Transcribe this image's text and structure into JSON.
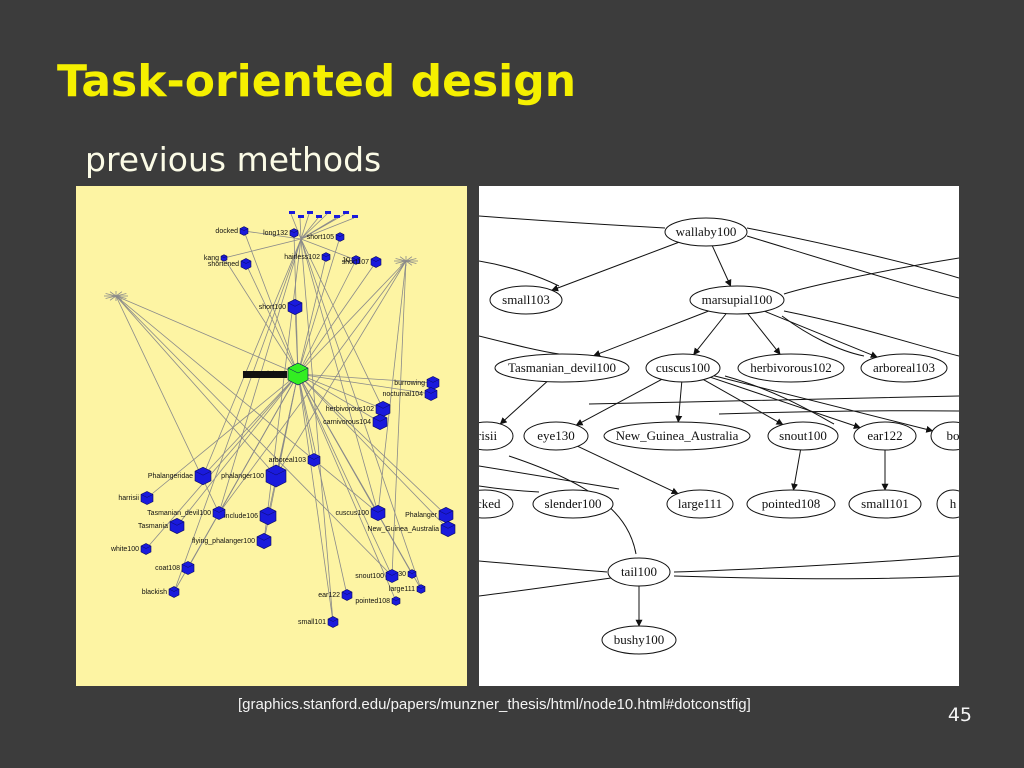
{
  "slide": {
    "title": "Task-oriented design",
    "subtitle": "previous methods",
    "citation": "[graphics.stanford.edu/papers/munzner_thesis/html/node10.html#dotconstfig]",
    "page_number": "45"
  },
  "colors": {
    "background": "#3c3c3c",
    "title": "#f5f000",
    "hyperbolic_background": "#fdf4a3",
    "node_blue": "#1a1adc",
    "node_highlight": "#33ee22"
  },
  "hyperbolic_view": {
    "focus": "marsupial100",
    "nodes": [
      {
        "id": "docked",
        "label": "docked"
      },
      {
        "id": "long132",
        "label": "long132"
      },
      {
        "id": "short105",
        "label": "short105"
      },
      {
        "id": "kangaroo",
        "label": "kang"
      },
      {
        "id": "shortened",
        "label": "shortened"
      },
      {
        "id": "hairless102",
        "label": "hairless102"
      },
      {
        "id": "s10",
        "label": "10"
      },
      {
        "id": "short107",
        "label": "short107"
      },
      {
        "id": "short100",
        "label": "short100"
      },
      {
        "id": "marsupial100",
        "label": "marsupial100"
      },
      {
        "id": "burrowing",
        "label": "burrowing"
      },
      {
        "id": "nocturnal104",
        "label": "nocturnal104"
      },
      {
        "id": "herbivorous102",
        "label": "herbivorous102"
      },
      {
        "id": "carnivorous104",
        "label": "carnivorous104"
      },
      {
        "id": "arboreal103",
        "label": "arboreal103"
      },
      {
        "id": "Phalangeridae",
        "label": "Phalangeridae"
      },
      {
        "id": "phalanger100",
        "label": "phalanger100"
      },
      {
        "id": "harrisii",
        "label": "harrisii"
      },
      {
        "id": "Tasmanian_devil100",
        "label": "Tasmanian_devil100"
      },
      {
        "id": "include106",
        "label": "include106"
      },
      {
        "id": "Tasmania",
        "label": "Tasmania"
      },
      {
        "id": "cuscus100",
        "label": "cuscus100"
      },
      {
        "id": "Phalanger",
        "label": "Phalanger"
      },
      {
        "id": "New_Guinea_Australia",
        "label": "New_Guinea_Australia"
      },
      {
        "id": "flying_phalanger100",
        "label": "flying_phalanger100"
      },
      {
        "id": "white100",
        "label": "white100"
      },
      {
        "id": "coat108",
        "label": "coat108"
      },
      {
        "id": "blackish",
        "label": "blackish"
      },
      {
        "id": "snout100",
        "label": "snout100"
      },
      {
        "id": "s30",
        "label": "30"
      },
      {
        "id": "large111",
        "label": "large111"
      },
      {
        "id": "ear122",
        "label": "ear122"
      },
      {
        "id": "pointed108",
        "label": "pointed108"
      },
      {
        "id": "small101",
        "label": "small101"
      }
    ]
  },
  "dot_graph": {
    "nodes": [
      {
        "id": "wallaby100",
        "label": "wallaby100"
      },
      {
        "id": "small103",
        "label": "small103"
      },
      {
        "id": "marsupial100",
        "label": "marsupial100"
      },
      {
        "id": "Tasmanian_devil100",
        "label": "Tasmanian_devil100"
      },
      {
        "id": "cuscus100",
        "label": "cuscus100"
      },
      {
        "id": "herbivorous102",
        "label": "herbivorous102"
      },
      {
        "id": "arboreal103",
        "label": "arboreal103"
      },
      {
        "id": "harrisii",
        "label": "risii"
      },
      {
        "id": "eye130",
        "label": "eye130"
      },
      {
        "id": "New_Guinea_Australia",
        "label": "New_Guinea_Australia"
      },
      {
        "id": "snout100",
        "label": "snout100"
      },
      {
        "id": "ear122",
        "label": "ear122"
      },
      {
        "id": "body",
        "label": "bo"
      },
      {
        "id": "docked",
        "label": "ocked"
      },
      {
        "id": "slender100",
        "label": "slender100"
      },
      {
        "id": "large111",
        "label": "large111"
      },
      {
        "id": "pointed108",
        "label": "pointed108"
      },
      {
        "id": "small101",
        "label": "small101"
      },
      {
        "id": "ho",
        "label": "h"
      },
      {
        "id": "tail100",
        "label": "tail100"
      },
      {
        "id": "bushy100",
        "label": "bushy100"
      }
    ],
    "edges": [
      [
        "wallaby100",
        "small103"
      ],
      [
        "wallaby100",
        "marsupial100"
      ],
      [
        "marsupial100",
        "Tasmanian_devil100"
      ],
      [
        "marsupial100",
        "cuscus100"
      ],
      [
        "marsupial100",
        "herbivorous102"
      ],
      [
        "marsupial100",
        "arboreal103"
      ],
      [
        "cuscus100",
        "eye130"
      ],
      [
        "cuscus100",
        "New_Guinea_Australia"
      ],
      [
        "cuscus100",
        "snout100"
      ],
      [
        "cuscus100",
        "ear122"
      ],
      [
        "cuscus100",
        "body"
      ],
      [
        "Tasmanian_devil100",
        "harrisii"
      ],
      [
        "snout100",
        "pointed108"
      ],
      [
        "ear122",
        "small101"
      ],
      [
        "eye130",
        "large111"
      ],
      [
        "tail100",
        "bushy100"
      ]
    ]
  }
}
